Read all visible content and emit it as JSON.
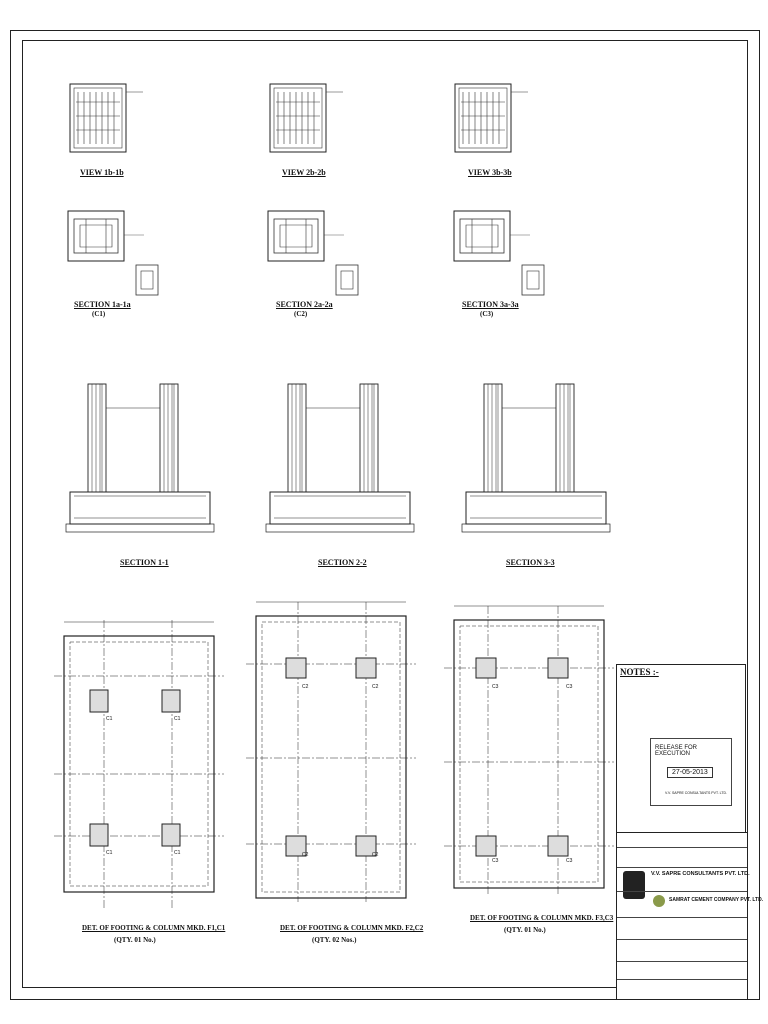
{
  "views": {
    "v1": "VIEW 1b-1b",
    "v2": "VIEW 2b-2b",
    "v3": "VIEW 3b-3b"
  },
  "sections_a": {
    "s1": "SECTION 1a-1a",
    "s1_sub": "(C1)",
    "s2": "SECTION 2a-2a",
    "s2_sub": "(C2)",
    "s3": "SECTION 3a-3a",
    "s3_sub": "(C3)"
  },
  "sections": {
    "s1": "SECTION 1-1",
    "s2": "SECTION 2-2",
    "s3": "SECTION 3-3"
  },
  "footings": {
    "f1_title": "DET. OF FOOTING & COLUMN MKD. F1,C1",
    "f1_qty": "(QTY. 01 No.)",
    "f2_title": "DET. OF FOOTING & COLUMN MKD. F2,C2",
    "f2_qty": "(QTY. 02 Nos.)",
    "f3_title": "DET. OF FOOTING & COLUMN MKD. F3,C3",
    "f3_qty": "(QTY. 01 No.)"
  },
  "column_marks": [
    "C1",
    "C2",
    "C3"
  ],
  "notes": {
    "heading": "NOTES :-"
  },
  "release": {
    "label": "RELEASE FOR EXECUTION",
    "date": "27-05-2013",
    "firm": "V.V. SAPRE CONSULTANTS PVT. LTD."
  },
  "title_block": {
    "consultant": "V.V. SAPRE CONSULTANTS PVT. LTD.",
    "client": "SAMRAT CEMENT COMPANY PVT. LTD."
  }
}
